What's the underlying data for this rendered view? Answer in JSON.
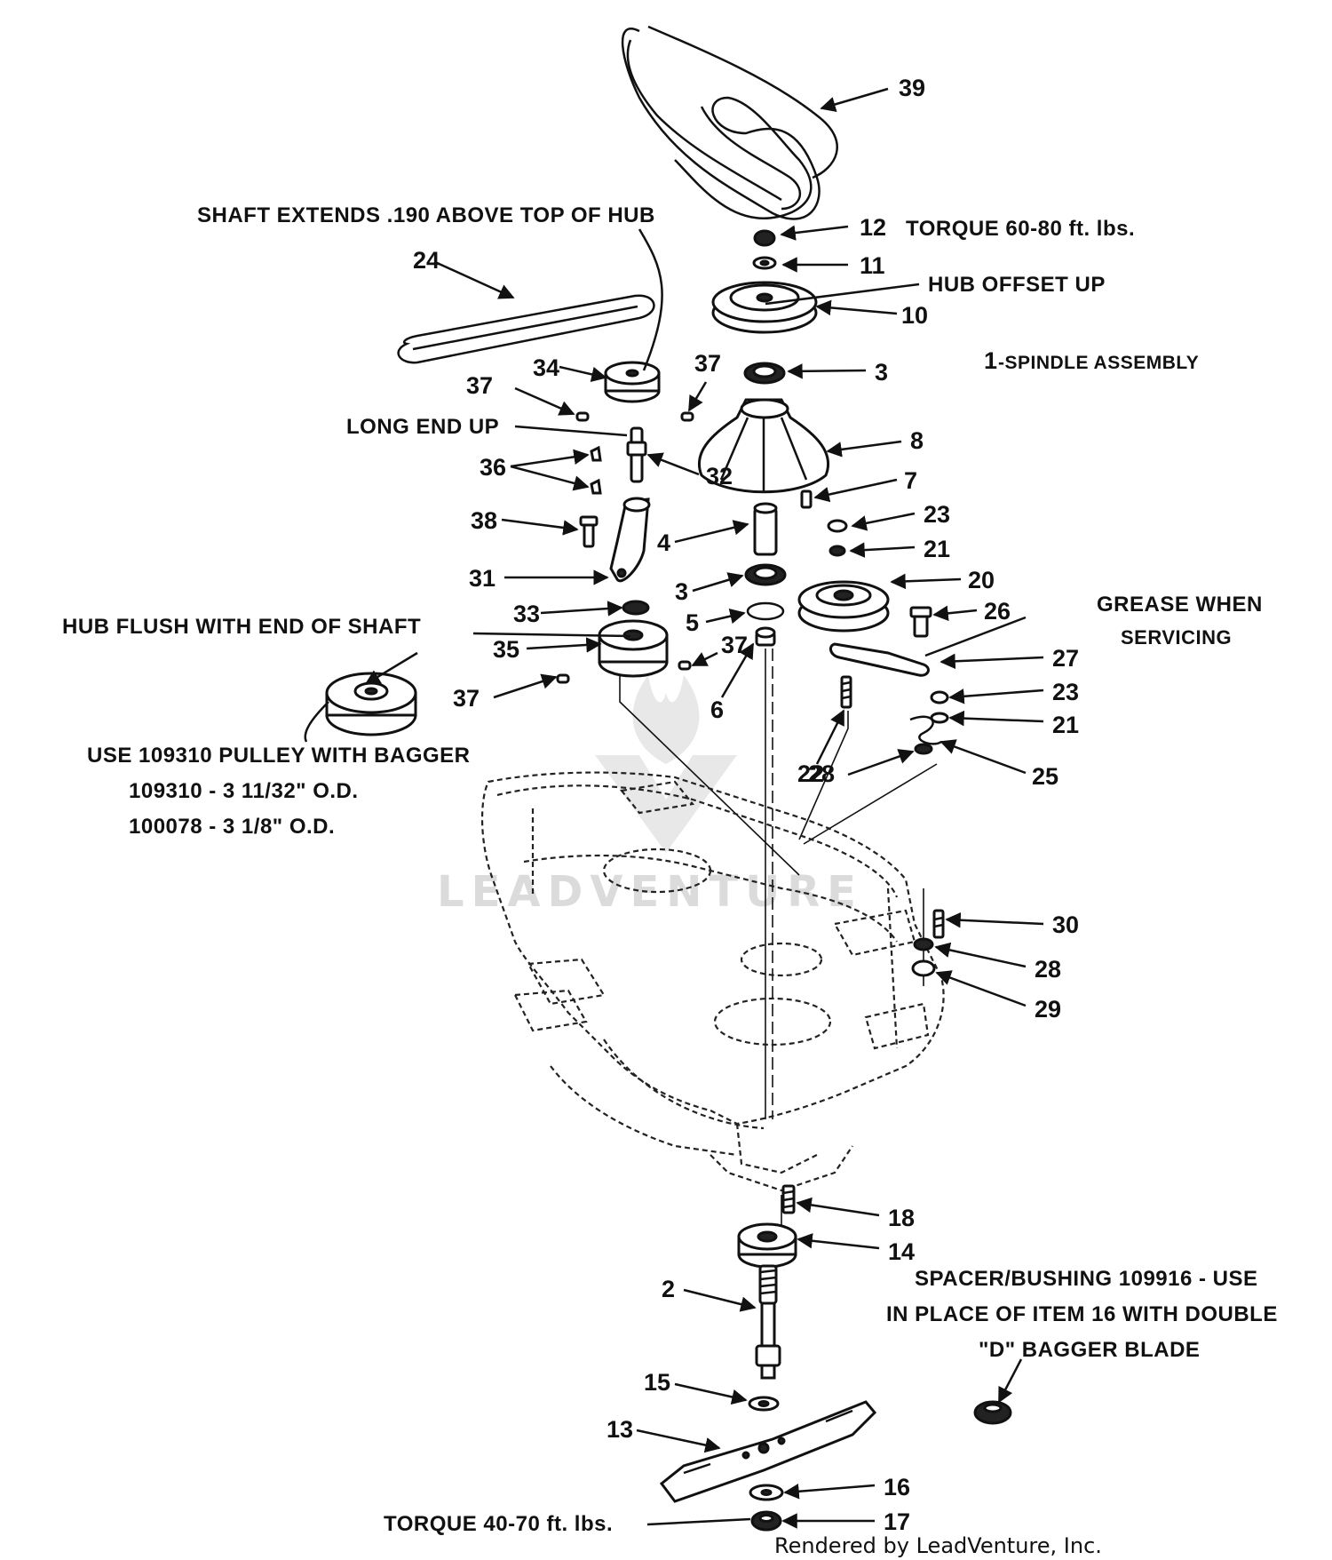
{
  "callouts": [
    {
      "id": "39",
      "label": "39"
    },
    {
      "id": "12",
      "label": "12"
    },
    {
      "id": "11",
      "label": "11"
    },
    {
      "id": "10",
      "label": "10"
    },
    {
      "id": "3a",
      "label": "3"
    },
    {
      "id": "24",
      "label": "24"
    },
    {
      "id": "34",
      "label": "34"
    },
    {
      "id": "37a",
      "label": "37"
    },
    {
      "id": "37b",
      "label": "37"
    },
    {
      "id": "8",
      "label": "8"
    },
    {
      "id": "36",
      "label": "36"
    },
    {
      "id": "32",
      "label": "32"
    },
    {
      "id": "7",
      "label": "7"
    },
    {
      "id": "38",
      "label": "38"
    },
    {
      "id": "23a",
      "label": "23"
    },
    {
      "id": "4",
      "label": "4"
    },
    {
      "id": "21a",
      "label": "21"
    },
    {
      "id": "31",
      "label": "31"
    },
    {
      "id": "3b",
      "label": "3"
    },
    {
      "id": "20",
      "label": "20"
    },
    {
      "id": "33",
      "label": "33"
    },
    {
      "id": "5",
      "label": "5"
    },
    {
      "id": "26",
      "label": "26"
    },
    {
      "id": "35",
      "label": "35"
    },
    {
      "id": "37c",
      "label": "37"
    },
    {
      "id": "27",
      "label": "27"
    },
    {
      "id": "37d",
      "label": "37"
    },
    {
      "id": "6",
      "label": "6"
    },
    {
      "id": "23b",
      "label": "23"
    },
    {
      "id": "21b",
      "label": "21"
    },
    {
      "id": "28a",
      "label": "28"
    },
    {
      "id": "22",
      "label": "22"
    },
    {
      "id": "25",
      "label": "25"
    },
    {
      "id": "30",
      "label": "30"
    },
    {
      "id": "28b",
      "label": "28"
    },
    {
      "id": "29",
      "label": "29"
    },
    {
      "id": "18",
      "label": "18"
    },
    {
      "id": "14",
      "label": "14"
    },
    {
      "id": "2",
      "label": "2"
    },
    {
      "id": "15",
      "label": "15"
    },
    {
      "id": "13",
      "label": "13"
    },
    {
      "id": "16",
      "label": "16"
    },
    {
      "id": "17",
      "label": "17"
    }
  ],
  "notes": {
    "torque_12": "TORQUE 60-80 ft. lbs.",
    "shaft_extends": "SHAFT EXTENDS .190 ABOVE TOP OF HUB",
    "hub_offset": "HUB OFFSET UP",
    "spindle_num": "1",
    "spindle_text": "-SPINDLE ASSEMBLY",
    "long_end": "LONG END UP",
    "grease_1": "GREASE WHEN",
    "grease_2": "SERVICING",
    "hub_flush": "HUB FLUSH WITH END OF SHAFT",
    "bagger_1": "USE 109310 PULLEY WITH BAGGER",
    "bagger_2": "109310 - 3 11/32\" O.D.",
    "bagger_3": "100078 - 3 1/8\" O.D.",
    "spacer_1": "SPACER/BUSHING 109916 - USE",
    "spacer_2": "IN PLACE OF ITEM 16 WITH DOUBLE",
    "spacer_3": "\"D\" BAGGER BLADE",
    "torque_17": "TORQUE 40-70 ft. lbs."
  },
  "watermark": "LEADVENTURE",
  "footer": "Rendered by LeadVenture, Inc."
}
